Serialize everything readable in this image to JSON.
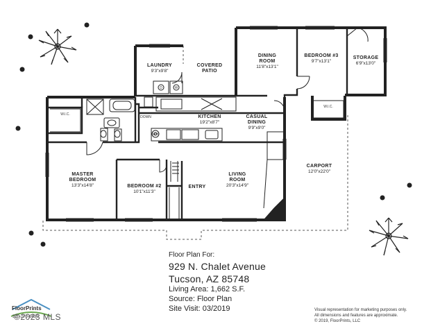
{
  "rooms": {
    "laundry": {
      "name": "LAUNDRY",
      "dim": "9'3\"x9'8\""
    },
    "covered_patio": {
      "name_1": "COVERED",
      "name_2": "PATIO"
    },
    "dining": {
      "name_1": "DINING",
      "name_2": "ROOM",
      "dim": "11'8\"x13'1\""
    },
    "bedroom3": {
      "name": "BEDROOM #3",
      "dim": "9'7\"x13'1\""
    },
    "storage": {
      "name": "STORAGE",
      "dim": "6'9\"x13'0\""
    },
    "kitchen": {
      "name": "KITCHEN",
      "dim": "19'2\"x8'7\""
    },
    "casual_dining": {
      "name_1": "CASUAL",
      "name_2": "DINING",
      "dim": "9'9\"x9'0\""
    },
    "master": {
      "name_1": "MASTER",
      "name_2": "BEDROOM",
      "dim": "13'3\"x14'8\""
    },
    "bedroom2": {
      "name": "BEDROOM #2",
      "dim": "10'1\"x11'3\""
    },
    "living": {
      "name_1": "LIVING",
      "name_2": "ROOM",
      "dim": "20'3\"x14'9\""
    },
    "carport": {
      "name": "CARPORT",
      "dim": "12'0\"x22'0\""
    },
    "entry": {
      "name": "ENTRY"
    }
  },
  "labels": {
    "wic_master": "W.I.C.",
    "wic_bed3": "W.I.C.",
    "down": "DOWN",
    "wh": "WH",
    "dryer": "D",
    "washer": "W"
  },
  "info": {
    "heading": "Floor Plan For:",
    "address": "929 N. Chalet Avenue",
    "city": "Tucson, AZ  85748",
    "area": "Living Area:  1,662 S.F.",
    "source": "Source:  Floor Plan",
    "visit": "Site Visit:  03/2019"
  },
  "disclaimer": {
    "line1": "Visual representation for marketing purposes only.",
    "line2": "All dimensions and features are approximate.",
    "line3": "© 2019, FloorPrints, LLC"
  },
  "logo": {
    "name": "FloorPrints",
    "phone": "520-270-6430",
    "watermark": "©2023 MLS"
  }
}
